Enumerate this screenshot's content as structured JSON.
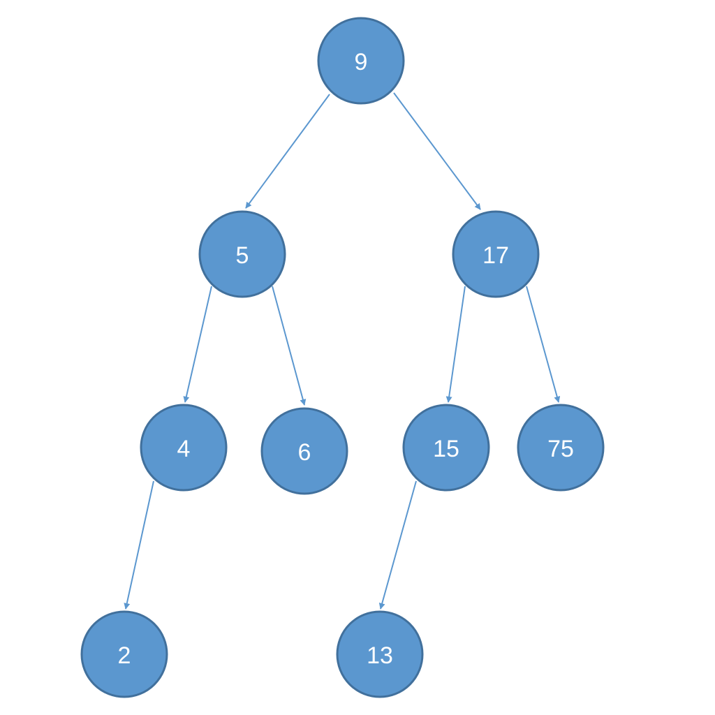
{
  "colors": {
    "node_fill": "#5b97cf",
    "node_stroke": "#41709c",
    "edge": "#5b97cf",
    "label": "#ffffff"
  },
  "nodes": [
    {
      "id": "n9",
      "label": "9"
    },
    {
      "id": "n5",
      "label": "5"
    },
    {
      "id": "n17",
      "label": "17"
    },
    {
      "id": "n4",
      "label": "4"
    },
    {
      "id": "n6",
      "label": "6"
    },
    {
      "id": "n15",
      "label": "15"
    },
    {
      "id": "n75",
      "label": "75"
    },
    {
      "id": "n2",
      "label": "2"
    },
    {
      "id": "n13",
      "label": "13"
    }
  ],
  "edges": [
    {
      "from": "n9",
      "to": "n5"
    },
    {
      "from": "n9",
      "to": "n17"
    },
    {
      "from": "n5",
      "to": "n4"
    },
    {
      "from": "n5",
      "to": "n6"
    },
    {
      "from": "n17",
      "to": "n15"
    },
    {
      "from": "n17",
      "to": "n75"
    },
    {
      "from": "n4",
      "to": "n2"
    },
    {
      "from": "n15",
      "to": "n13"
    }
  ]
}
